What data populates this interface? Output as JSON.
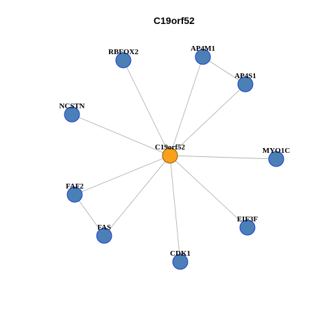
{
  "title": "C19orf52",
  "colors": {
    "hub_fill": "#f9a11b",
    "hub_stroke": "#8a5a00",
    "node_fill": "#4a80b6",
    "node_stroke": "#1f3ccf",
    "edge": "#a8a8a8"
  },
  "nodes": [
    {
      "id": "C19orf52",
      "label": "C19orf52",
      "hub": true
    },
    {
      "id": "RBFOX2",
      "label": "RBFOX2"
    },
    {
      "id": "AP4M1",
      "label": "AP4M1"
    },
    {
      "id": "AP4S1",
      "label": "AP4S1"
    },
    {
      "id": "NCSTN",
      "label": "NCSTN"
    },
    {
      "id": "MYO1C",
      "label": "MYO1C"
    },
    {
      "id": "FAF2",
      "label": "FAF2"
    },
    {
      "id": "FAS",
      "label": "FAS"
    },
    {
      "id": "EIF3F",
      "label": "EIF3F"
    },
    {
      "id": "CDK1",
      "label": "CDK1"
    }
  ],
  "edges": [
    [
      "C19orf52",
      "RBFOX2"
    ],
    [
      "C19orf52",
      "AP4M1"
    ],
    [
      "C19orf52",
      "AP4S1"
    ],
    [
      "C19orf52",
      "NCSTN"
    ],
    [
      "C19orf52",
      "MYO1C"
    ],
    [
      "C19orf52",
      "FAF2"
    ],
    [
      "C19orf52",
      "FAS"
    ],
    [
      "C19orf52",
      "EIF3F"
    ],
    [
      "C19orf52",
      "CDK1"
    ],
    [
      "AP4M1",
      "AP4S1"
    ],
    [
      "FAF2",
      "FAS"
    ]
  ]
}
